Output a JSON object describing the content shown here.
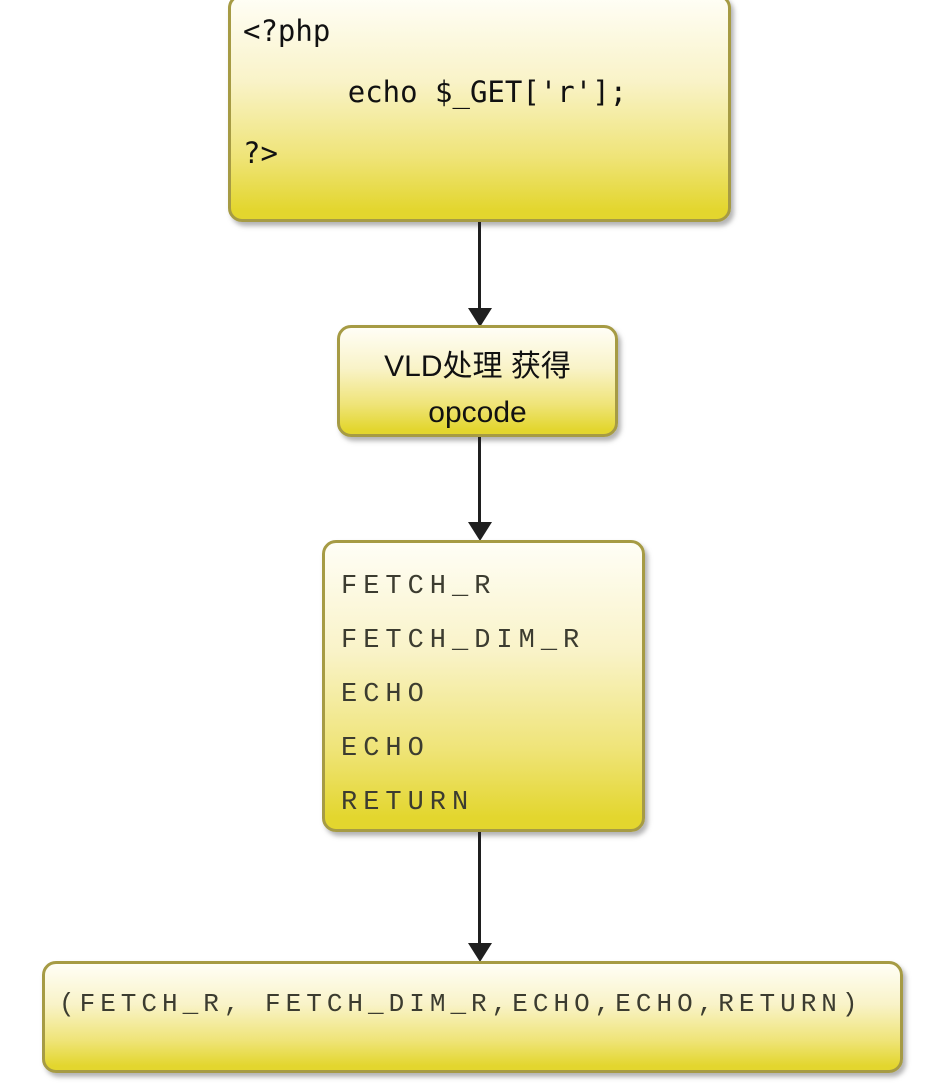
{
  "diagram": {
    "nodes": [
      {
        "name": "php-source-box",
        "lines": [
          "<?php",
          "      echo $_GET['r'];",
          "?>"
        ]
      },
      {
        "name": "vld-process-box",
        "lines": [
          "VLD处理 获得",
          "opcode"
        ]
      },
      {
        "name": "opcode-list-box",
        "lines": [
          "FETCH_R",
          "FETCH_DIM_R",
          "ECHO",
          "ECHO",
          "RETURN"
        ]
      },
      {
        "name": "opcode-sequence-box",
        "lines": [
          "(FETCH_R, FETCH_DIM_R,ECHO,ECHO,RETURN)"
        ]
      }
    ],
    "colors": {
      "background": "#FFFFFF",
      "box_fill_top": "#FFFEF6",
      "box_fill_bottom": "#E3D62E",
      "box_border": "#A69B44",
      "arrow": "#1F1F1F",
      "code_text": "#111111",
      "opcode_text": "#3C3C30"
    }
  }
}
